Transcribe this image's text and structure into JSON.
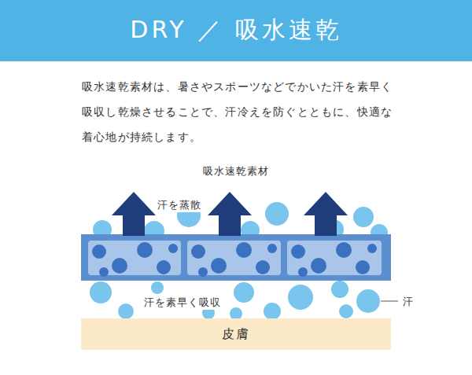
{
  "diagram": {
    "title": "DRY ／ 吸水速乾",
    "nodes": [
      {
        "text": [
          "皮膚"
        ]
      }
    ],
    "labels": [
      "吸水速乾素材は、暑さやスポーツなどでかいた汗を素早く吸収し乾燥させることで、汗冷えを防ぐとともに、快適な着心地が持続します。",
      "吸水速乾素材",
      "汗を蒸散",
      "汗を素早く吸収",
      "汗"
    ]
  }
}
